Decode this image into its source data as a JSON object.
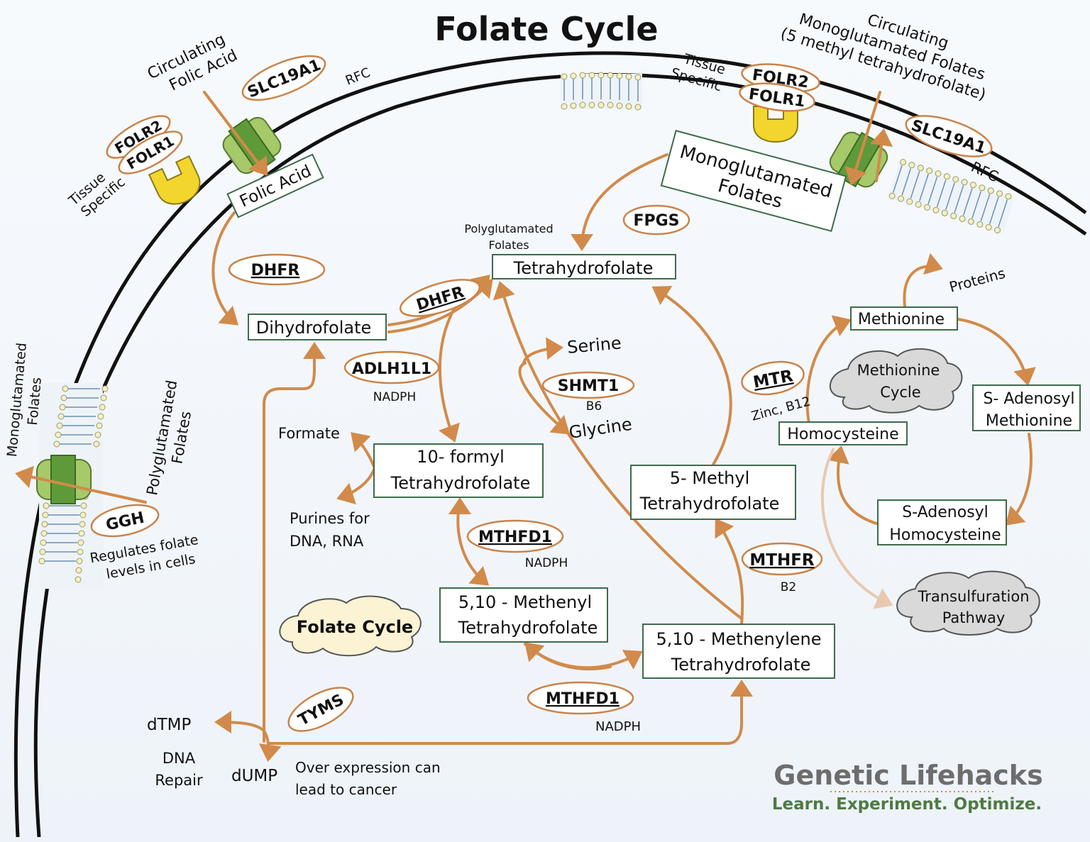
{
  "title": "Folate Cycle",
  "membrane_labels": {
    "circulating_folic_acid": [
      "Circulating",
      "Folic Acid"
    ],
    "slc19a1_left": "SLC19A1",
    "rfc_left": "RFC",
    "folr2_left": "FOLR2",
    "folr1_left": "FOLR1",
    "tissue_specific_left": [
      "Tissue",
      "Specific"
    ],
    "tissue_specific_right": [
      "Tissue",
      "Specific"
    ],
    "folr2_right": "FOLR2",
    "folr1_right": "FOLR1",
    "circulating_mono": [
      "Circulating",
      "Monoglutamated Folates",
      "(5 methyl tetrahydrofolate)"
    ],
    "slc19a1_right": "SLC19A1",
    "rfc_right": "RFC",
    "mono_left": [
      "Monoglutamated",
      "Folates"
    ],
    "poly_left": [
      "Polyglutamated",
      "Folates"
    ],
    "ggh": "GGH",
    "ggh_note": [
      "Regulates folate",
      "levels in cells"
    ]
  },
  "boxes": {
    "folic_acid": "Folic Acid",
    "mono_folates": [
      "Monoglutamated",
      "Folates"
    ],
    "thf": "Tetrahydrofolate",
    "dhf": "Dihydrofolate",
    "formyl": [
      "10- formyl",
      "Tetrahydrofolate"
    ],
    "methenyl": [
      "5,10 - Methenyl",
      "Tetrahydrofolate"
    ],
    "methenylene": [
      "5,10 - Methenylene",
      "Tetrahydrofolate"
    ],
    "methyl": [
      "5- Methyl",
      "Tetrahydrofolate"
    ],
    "methionine": "Methionine",
    "sam": [
      "S- Adenosyl",
      "Methionine"
    ],
    "sah": [
      "S-Adenosyl",
      "Homocysteine"
    ],
    "homocysteine": "Homocysteine"
  },
  "enzymes": {
    "fpgs": "FPGS",
    "dhfr1": "DHFR",
    "dhfr2": "DHFR",
    "adlh1l1": "ADLH1L1",
    "shmt1": "SHMT1",
    "mthfd1a": "MTHFD1",
    "mthfd1b": "MTHFD1",
    "mtr": "MTR",
    "mthfr": "MTHFR",
    "tyms": "TYMS"
  },
  "notes": {
    "poly_folates": [
      "Polyglutamated",
      "Folates"
    ],
    "nadph1": "NADPH",
    "nadph2": "NADPH",
    "nadph3": "NADPH",
    "b6": "B6",
    "b2": "B2",
    "zinc_b12": "Zinc, B12",
    "serine": "Serine",
    "glycine": "Glycine",
    "formate": "Formate",
    "purines": [
      "Purines for",
      "DNA, RNA"
    ],
    "proteins": "Proteins",
    "dtmp": "dTMP",
    "dna_repair": [
      "DNA",
      "Repair"
    ],
    "dump": "dUMP",
    "overexpr": [
      "Over expression can",
      "lead to cancer"
    ]
  },
  "clouds": {
    "folate_cycle": "Folate Cycle",
    "methionine_cycle": [
      "Methionine",
      "Cycle"
    ],
    "transsulfuration": [
      "Transulfuration",
      "Pathway"
    ]
  },
  "logo": {
    "name": "Genetic Lifehacks",
    "tagline": "Learn. Experiment. Optimize."
  },
  "colors": {
    "arrow": "#d28a4a",
    "box_border": "#3d6b4a",
    "logo_gray": "#6d6d6d",
    "logo_green": "#4f7a43"
  }
}
